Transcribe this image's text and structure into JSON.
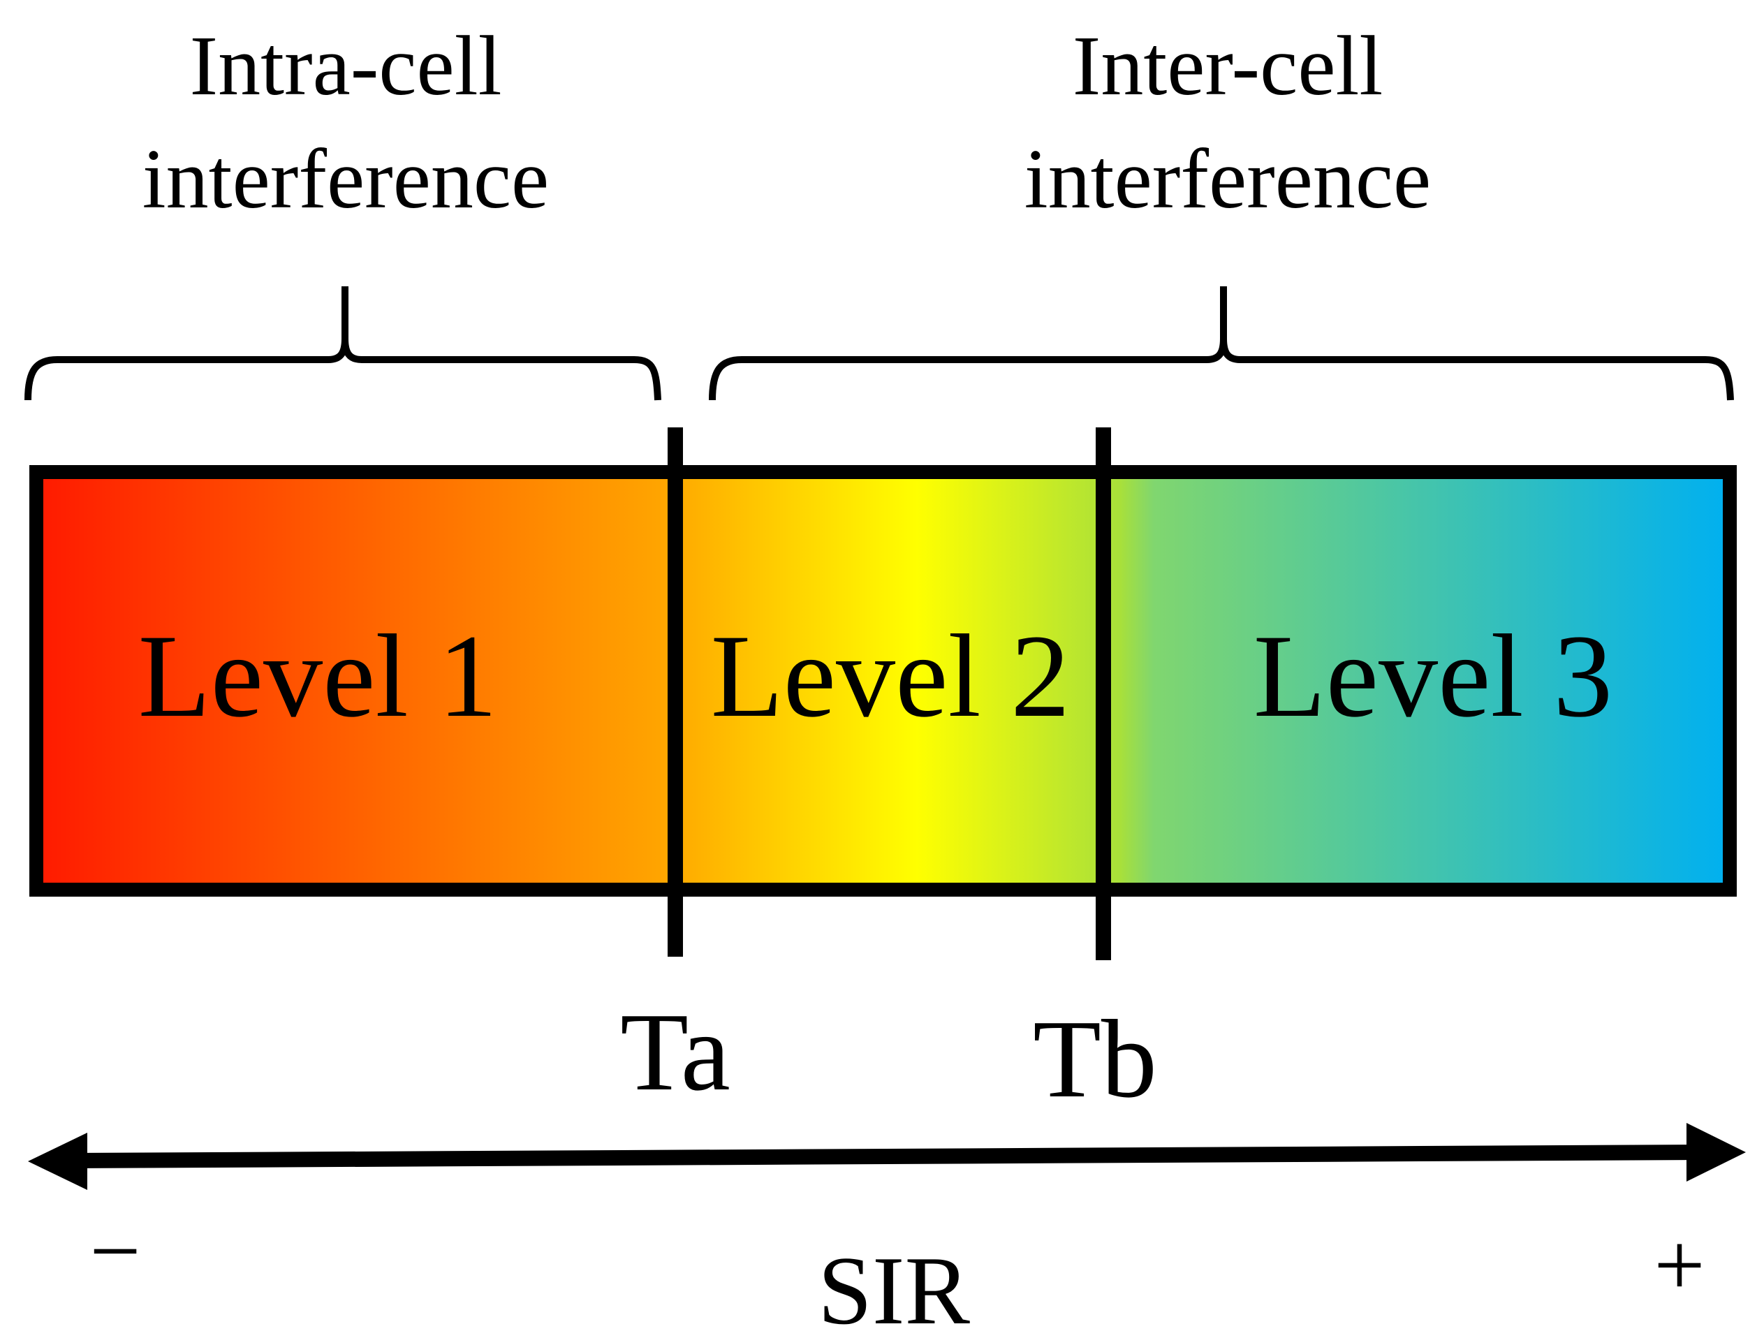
{
  "groups": {
    "intra": {
      "line1": "Intra-cell",
      "line2": "interference"
    },
    "inter": {
      "line1": "Inter-cell",
      "line2": "interference"
    }
  },
  "levels": {
    "level1": "Level 1",
    "level2": "Level 2",
    "level3": "Level 3"
  },
  "thresholds": {
    "ta": "Ta",
    "tb": "Tb"
  },
  "axis": {
    "label": "SIR",
    "minus": "−",
    "plus": "+"
  },
  "colors": {
    "red": "#ff1a00",
    "orange": "#ffa500",
    "yellow": "#ffff00",
    "green": "#80d66f",
    "blue": "#00b0f0",
    "stroke": "#000000"
  }
}
